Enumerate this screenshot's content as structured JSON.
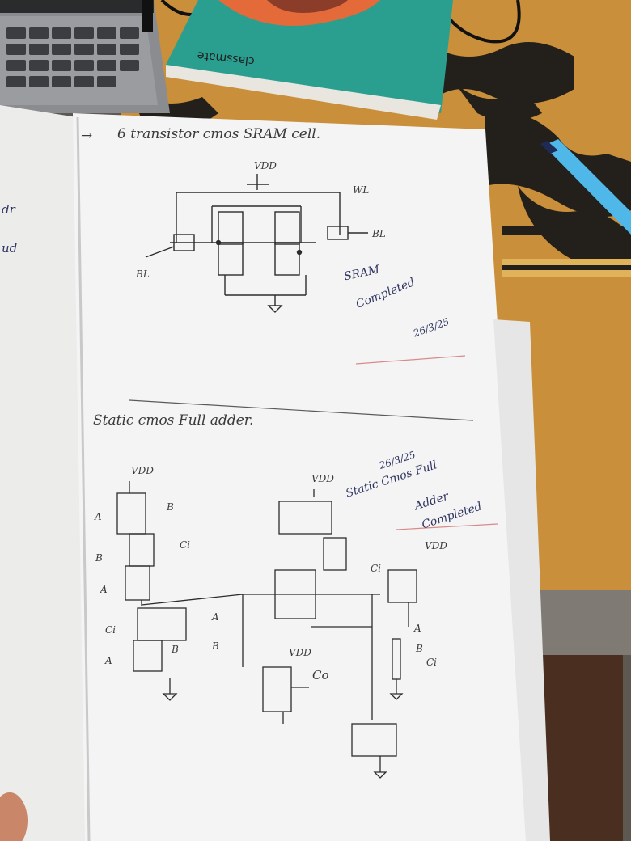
{
  "page": {
    "title_line": "6 transistor   cmos  SRAM cell.",
    "arrow": "→"
  },
  "sram": {
    "vdd": "VDD",
    "wl": "WL",
    "bl": "BL",
    "bl_bar": "BL",
    "status": [
      "SRAM",
      "Completed"
    ],
    "date": "26/3/25"
  },
  "adder": {
    "heading": "Static   cmos   Full adder.",
    "vdd_left": "VDD",
    "vdd_mid": "VDD",
    "vdd_right": "VDD",
    "vdd_bottom": "VDD",
    "labels_left": [
      "A",
      "B",
      "Ci",
      "B",
      "A",
      "Ci",
      "A",
      "A",
      "B",
      "B"
    ],
    "ci_label": "Ci",
    "co_label": "Co",
    "right_inputs": [
      "A",
      "B",
      "Ci"
    ],
    "status": [
      "Static Cmos Full",
      "Adder",
      "Completed"
    ],
    "date": "26/3/25"
  },
  "left_page": {
    "fragments": [
      "dr",
      "ud"
    ]
  },
  "book": {
    "brand": "classmate"
  }
}
